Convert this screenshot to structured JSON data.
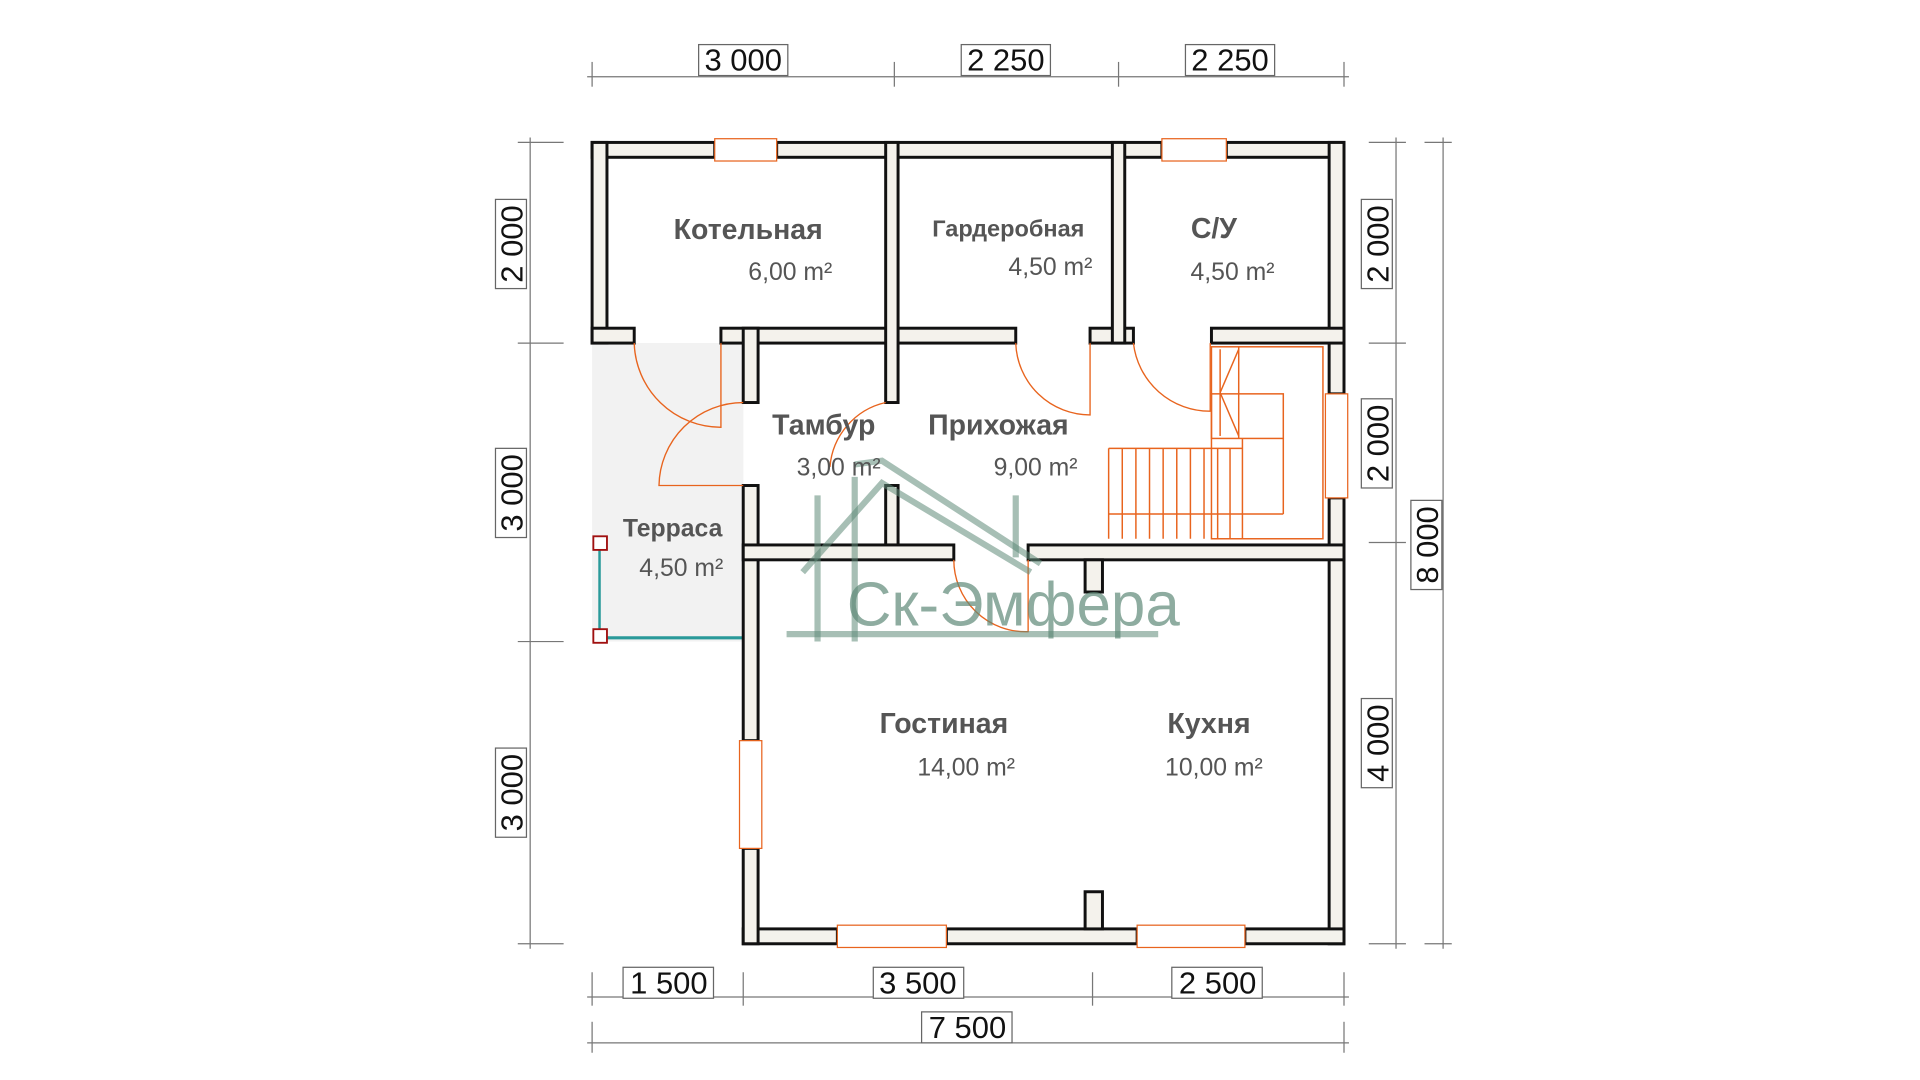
{
  "plan": {
    "rooms": [
      {
        "name": "Котельная",
        "area": "6,00 m²"
      },
      {
        "name": "Гардеробная",
        "area": "4,50 m²"
      },
      {
        "name": "С/У",
        "area": "4,50 m²"
      },
      {
        "name": "Тамбур",
        "area": "3,00 m²"
      },
      {
        "name": "Прихожая",
        "area": "9,00 m²"
      },
      {
        "name": "Терраса",
        "area": "4,50 m²"
      },
      {
        "name": "Гостиная",
        "area": "14,00 m²"
      },
      {
        "name": "Кухня",
        "area": "10,00 m²"
      }
    ],
    "dimensions": {
      "top": [
        "3 000",
        "2 250",
        "2 250"
      ],
      "left": [
        "2 000",
        "3 000",
        "3 000"
      ],
      "right": [
        "2 000",
        "2 000",
        "4 000"
      ],
      "right_total": "8 000",
      "bottom": [
        "1 500",
        "3 500",
        "2 500"
      ],
      "bottom_total": "7 500"
    },
    "watermark": "Ск-Эмфера",
    "colors": {
      "wall_fill": "#f4f2ec",
      "door_stair": "#e8641e",
      "terrace": "#f2f2f2"
    }
  }
}
